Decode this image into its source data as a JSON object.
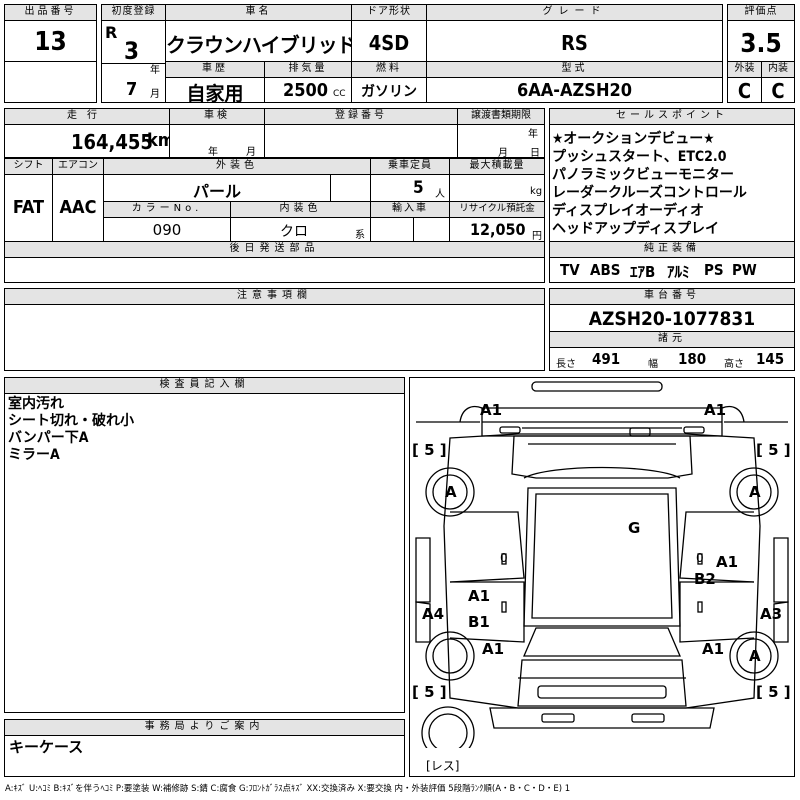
{
  "headers": {
    "lot_no": "出品番号",
    "first_reg": "初度登録",
    "car_name": "車名",
    "door": "ドア形状",
    "grade": "グレード",
    "score": "評価点",
    "history": "車歴",
    "displacement": "排気量",
    "fuel": "燃料",
    "model": "型式",
    "exterior": "外装",
    "interior": "内装",
    "mileage": "走行",
    "inspection": "車検",
    "reg_no": "登録番号",
    "transfer": "譲渡書類期限",
    "shift": "シフト",
    "aircon": "エアコン",
    "ext_color": "外装色",
    "capacity": "乗車定員",
    "max_load": "最大積載量",
    "color_no": "カラーNo.",
    "int_color": "内装色",
    "import": "輸入車",
    "recycle": "リサイクル預託金",
    "later": "後日発送部品",
    "sales": "セールスポイント",
    "equipment": "純正装備",
    "caution": "注意事項欄",
    "chassis": "車台番号",
    "dims": "諸元",
    "inspector": "検査員記入欄",
    "office": "事務局よりご案内"
  },
  "vehicle": {
    "lot_no": "13",
    "era": "R",
    "year": "3",
    "year_unit": "年",
    "month": "7",
    "month_unit": "月",
    "car_name": "クラウンハイブリッド",
    "door": "4SD",
    "grade": "RS",
    "score": "3.5",
    "history": "自家用",
    "displacement": "2500",
    "cc": "CC",
    "fuel": "ガソリン",
    "model": "6AA-AZSH20",
    "exterior": "C",
    "interior": "C",
    "mileage": "164,455",
    "km": "km",
    "insp_year": "年",
    "insp_month": "月",
    "transfer_year": "年",
    "transfer_month": "月",
    "transfer_day": "日",
    "shift": "FAT",
    "aircon": "AAC",
    "ext_color": "パール",
    "capacity": "5",
    "capacity_unit": "人",
    "load_unit": "kg",
    "color_no": "090",
    "int_color": "クロ",
    "int_unit": "系",
    "recycle": "12,050",
    "yen": "円",
    "chassis": "AZSH20-1077831",
    "length_label": "長さ",
    "length": "491",
    "width_label": "幅",
    "width": "180",
    "height_label": "高さ",
    "height": "145"
  },
  "sales_points": [
    "★オークションデビュー★",
    "プッシュスタート、ETC2.0",
    "パノラミックビューモニター",
    "レーダークルーズコントロール",
    "ディスプレイオーディオ",
    "ヘッドアップディスプレイ"
  ],
  "equipment": [
    "TV",
    "ABS",
    "ｴｱB",
    "ｱﾙﾐ",
    "PS",
    "PW"
  ],
  "inspector_notes": [
    "室内汚れ",
    "シート切れ・破れ小",
    "バンパー下A",
    "ミラーA"
  ],
  "office_note": "キーケース",
  "diagram": {
    "a1_front_left": "A1",
    "a1_front_right": "A1",
    "tire_fl": "5",
    "tire_fr": "5",
    "tire_rl": "5",
    "tire_rr": "5",
    "wheel_fl": "A",
    "wheel_fr": "A",
    "wheel_rr": "A",
    "g_glass": "G",
    "a1_right_door": "A1",
    "b2_right": "B2",
    "a1_left_door": "A1",
    "b1_left": "B1",
    "a4_left": "A4",
    "a3_right": "A3",
    "a1_left_rear": "A1",
    "a1_right_rear": "A1",
    "zero_left": "0",
    "zero_right": "0",
    "spare": "レス"
  },
  "legend": "A:ｷｽﾞ U:ﾍｺﾐ B:ｷｽﾞを伴うﾍｺﾐ P:要塗装 W:補修跡 S:錆 C:腐食 G:ﾌﾛﾝﾄｶﾞﾗｽ点ｷｽﾞ XX:交換済み X:要交換 内・外装評価 5段階ﾗﾝｸ順(A・B・C・D・E) 1"
}
